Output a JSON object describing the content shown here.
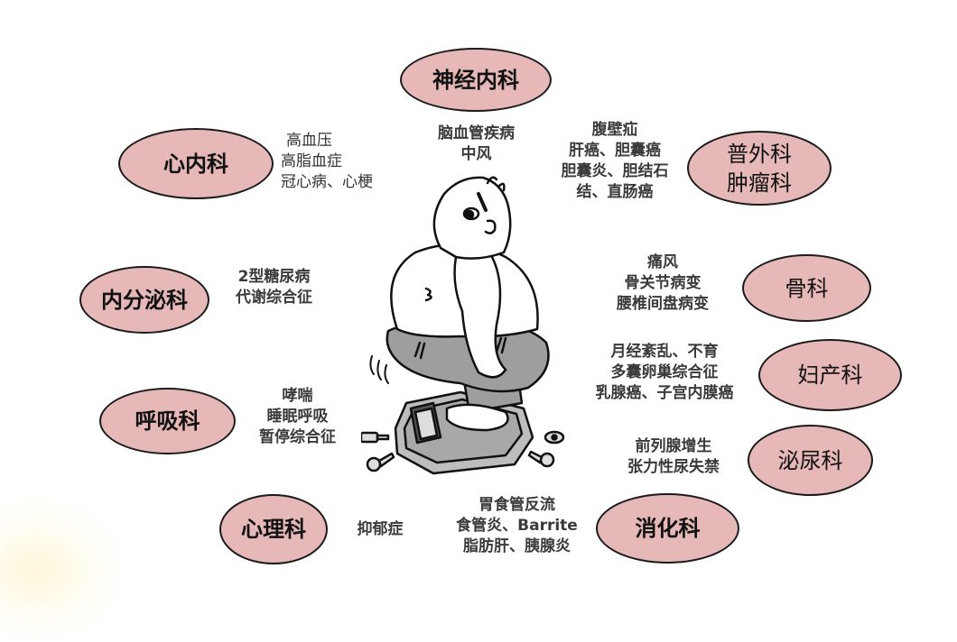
{
  "diagram": {
    "departments": [
      {
        "id": "neurology",
        "label": "神经内科",
        "diseases": [
          "脑血管疾病",
          "中风"
        ]
      },
      {
        "id": "cardiology",
        "label": "心内科",
        "diseases": [
          "高血压",
          "高脂血症",
          "冠心病、心梗"
        ]
      },
      {
        "id": "general-surgery",
        "label_lines": [
          "普外科",
          "肿瘤科"
        ],
        "diseases": [
          "腹壁疝",
          "肝癌、胆囊癌",
          "胆囊炎、胆结石",
          "结、直肠癌"
        ]
      },
      {
        "id": "endocrinology",
        "label": "内分泌科",
        "diseases": [
          "2型糖尿病",
          "代谢综合征"
        ]
      },
      {
        "id": "orthopedics",
        "label": "骨科",
        "diseases": [
          "痛风",
          "骨关节病变",
          "腰椎间盘病变"
        ]
      },
      {
        "id": "gynecology",
        "label": "妇产科",
        "diseases": [
          "月经紊乱、不育",
          "多囊卵巢综合征",
          "乳腺癌、子宫内膜癌"
        ]
      },
      {
        "id": "respiratory",
        "label": "呼吸科",
        "diseases": [
          "哮喘",
          "睡眠呼吸",
          "暂停综合征"
        ]
      },
      {
        "id": "urology",
        "label": "泌尿科",
        "diseases": [
          "前列腺增生",
          "张力性尿失禁"
        ]
      },
      {
        "id": "psychology",
        "label": "心理科",
        "diseases": [
          "抑郁症"
        ]
      },
      {
        "id": "gastroenterology",
        "label": "消化科",
        "diseases": [
          "胃食管反流",
          "食管炎、Barrite",
          "脂肪肝、胰腺炎"
        ]
      }
    ],
    "center_image": "obese-man-on-scale-illustration",
    "colors": {
      "ellipse_fill": "#e6b8b7",
      "ellipse_border": "#1a1a1a",
      "disease_text": "#3a3a3a"
    }
  }
}
